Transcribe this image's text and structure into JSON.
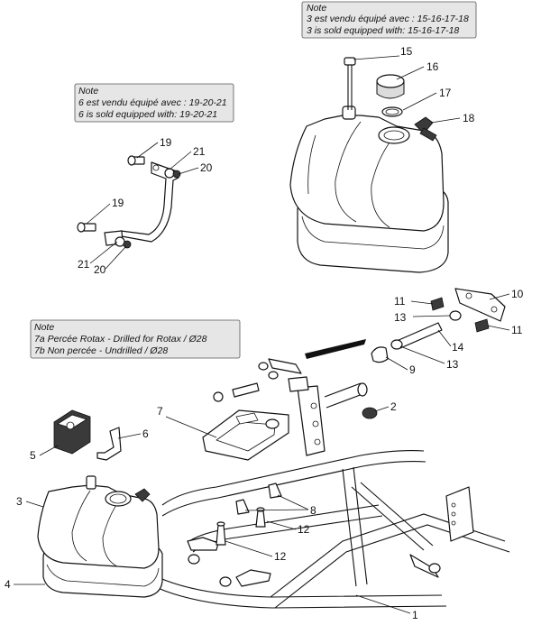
{
  "notes": [
    {
      "title": "Note",
      "lines": [
        "3 est vendu équipé avec : 15-16-17-18",
        "3 is sold equipped with: 15-16-17-18"
      ]
    },
    {
      "title": "Note",
      "lines": [
        "6 est vendu équipé avec : 19-20-21",
        "6 is sold equipped with: 19-20-21"
      ]
    },
    {
      "title": "Note",
      "lines": [
        "7a Percée Rotax - Drilled for Rotax / Ø28",
        "7b Non percée - Undrilled / Ø28"
      ]
    }
  ],
  "callouts": [
    "15",
    "16",
    "17",
    "18",
    "19",
    "21",
    "20",
    "19",
    "21",
    "20",
    "11",
    "10",
    "13",
    "11",
    "14",
    "9",
    "13",
    "2",
    "7",
    "5",
    "6",
    "3",
    "8",
    "12",
    "12",
    "4",
    "1"
  ]
}
